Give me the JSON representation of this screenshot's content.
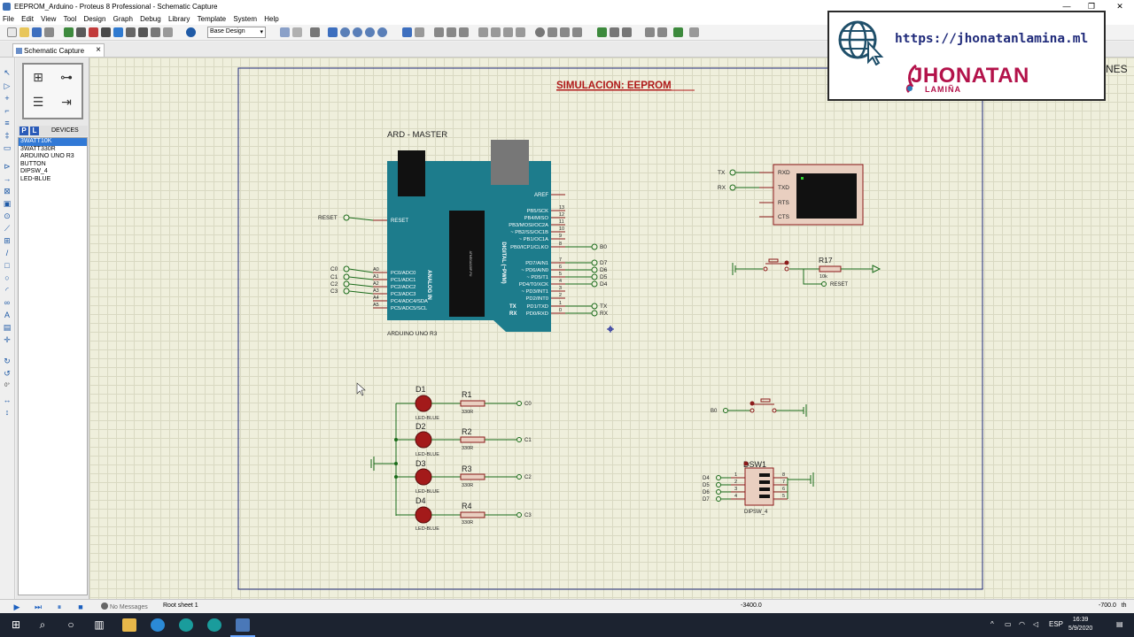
{
  "window": {
    "title": "EEPROM_Arduino - Proteus 8 Professional - Schematic Capture",
    "controls": [
      "—",
      "❐",
      "✕"
    ]
  },
  "menu": [
    "File",
    "Edit",
    "View",
    "Tool",
    "Design",
    "Graph",
    "Debug",
    "Library",
    "Template",
    "System",
    "Help"
  ],
  "toolbar": {
    "design_select": "Base Design"
  },
  "tab": {
    "label": "Schematic Capture"
  },
  "panel": {
    "buttons": [
      "P",
      "L"
    ],
    "header": "DEVICES",
    "devices": [
      "3WATT10K",
      "3WATT330R",
      "ARDUINO UNO R3",
      "BUTTON",
      "DIPSW_4",
      "LED-BLUE"
    ],
    "selected_index": 0
  },
  "left_tools_label": "0°",
  "schematic": {
    "title": "SIMULACION: EEPROM",
    "arduino": {
      "label_top": "ARD - MASTER",
      "label_bottom": "ARDUINO UNO R3",
      "aref": "AREF",
      "reset_pin": "RESET",
      "digital_pins": [
        "PB5/SCK",
        "PB4/MISO",
        "PB3/MOSI/OC2A",
        "~ PB2/SS/OC1B",
        "~ PB1/OC1A",
        "PB0/ICP1/CLKO",
        "PD7/AIN1",
        "~ PD6/AIN0",
        "~ PD5/T1",
        "PD4/T0/XCK",
        "~ PD3/INT1",
        "PD2/INT0",
        "PD1/TXD",
        "PD0/RXD"
      ],
      "digital_nums": [
        "13",
        "12",
        "11",
        "10",
        "9",
        "8",
        "7",
        "6",
        "5",
        "4",
        "3",
        "2",
        "1",
        "0"
      ],
      "analog_pins": [
        "PC0/ADC0",
        "PC1/ADC1",
        "PC2/ADC2",
        "PC3/ADC3",
        "PC4/ADC4/SDA",
        "PC5/ADC5/SCL"
      ],
      "analog_nums": [
        "A0",
        "A1",
        "A2",
        "A3",
        "A4",
        "A5"
      ],
      "digital_header": "DIGITAL (~PWM)",
      "analog_header": "ANALOG IN",
      "chip_text": "ATMEGA328P-PU",
      "tx_label": "TX",
      "rx_label": "RX"
    },
    "terminals": {
      "reset": "RESET",
      "c": [
        "C0",
        "C1",
        "C2",
        "C3"
      ],
      "b0": "B0",
      "d": [
        "D7",
        "D6",
        "D5",
        "D4"
      ],
      "tx": "TX",
      "rx": "RX"
    },
    "terminal": {
      "pins": [
        "RXD",
        "TXD",
        "RTS",
        "CTS"
      ],
      "inputs": [
        "TX",
        "RX"
      ]
    },
    "reset_button": {
      "ref": "R17",
      "value": "10k",
      "net": "RESET"
    },
    "b0_button": {
      "net": "B0"
    },
    "leds": [
      {
        "ref": "D1",
        "type": "LED-BLUE",
        "res": "R1",
        "res_val": "330R",
        "net": "C0"
      },
      {
        "ref": "D2",
        "type": "LED-BLUE",
        "res": "R2",
        "res_val": "330R",
        "net": "C1"
      },
      {
        "ref": "D3",
        "type": "LED-BLUE",
        "res": "R3",
        "res_val": "330R",
        "net": "C2"
      },
      {
        "ref": "D4",
        "type": "LED-BLUE",
        "res": "R4",
        "res_val": "330R",
        "net": "C3"
      }
    ],
    "dipsw": {
      "ref": "DSW1",
      "type": "DIPSW_4",
      "inputs": [
        "D4",
        "D5",
        "D6",
        "D7"
      ],
      "left_nums": [
        "1",
        "2",
        "3",
        "4"
      ],
      "right_nums": [
        "8",
        "7",
        "6",
        "5"
      ]
    }
  },
  "watermark": {
    "url": "https://jhonatanlamina.ml",
    "logo": "JHONATAN",
    "logo_sub": "LAMIÑA",
    "partial_text": "NES"
  },
  "status": {
    "messages": "No Messages",
    "sheet": "Root sheet 1",
    "coord_x": "-3400.0",
    "coord_y": "-700.0",
    "coord_suffix": "th"
  },
  "taskbar": {
    "language": "ESP",
    "time": "16:39",
    "date": "5/9/2020"
  },
  "colors": {
    "wire": "#1a6b1a",
    "component": "#8b1a1a",
    "arduino_board": "#1d7c8c",
    "led": "#a31a1a",
    "canvas_bg": "#efefdc",
    "title_red": "#b01a1a"
  }
}
